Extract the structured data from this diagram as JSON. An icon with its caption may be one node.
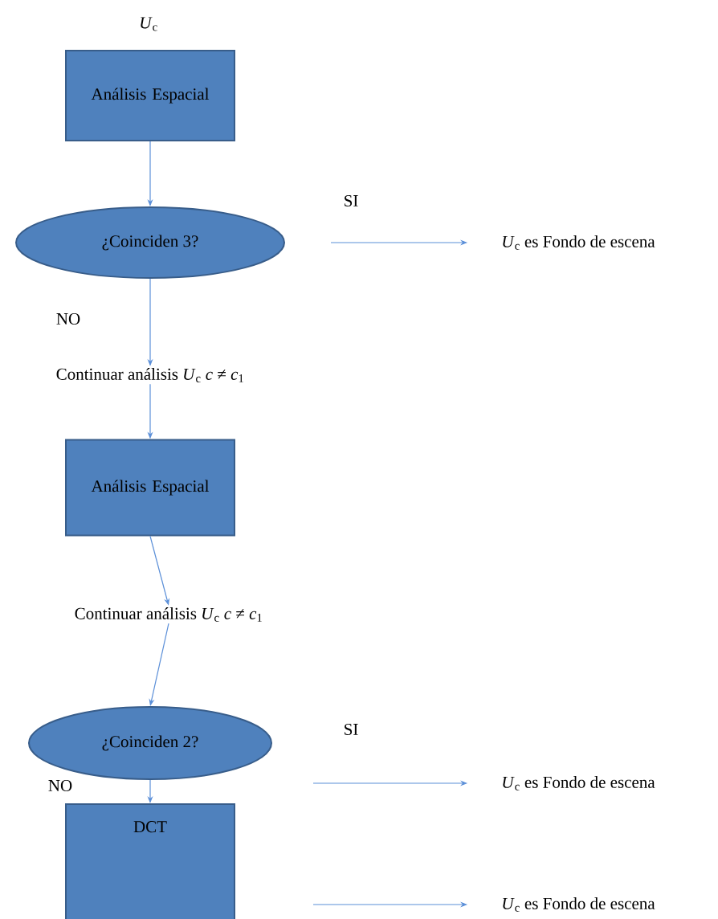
{
  "diagram": {
    "nodes": [
      {
        "text": [
          "Análisis Espacial"
        ]
      },
      {
        "text": [
          "¿Coinciden 3?"
        ]
      },
      {
        "text": [
          "*U*$_{c}$ es Fondo de escena"
        ]
      },
      {
        "text": [
          "Continuar análisis *U*$_{c}$ *c* ≠ *c*$_{1}$"
        ]
      },
      {
        "text": [
          "Análisis Espacial"
        ]
      },
      {
        "text": [
          "Continuar análisis *U*$_{c}$ *c* ≠ *c*$_{1}$"
        ]
      },
      {
        "text": [
          "¿Coinciden 2?"
        ]
      },
      {
        "text": [
          "*U*$_{c}$ es Fondo de escena"
        ]
      },
      {
        "text": [
          "DCT"
        ]
      },
      {
        "text": [
          "*U*$_{c}$ es Fondo de escena"
        ]
      }
    ],
    "edges": [
      {
        "from": 0,
        "to": 1,
        "arrow": "to"
      },
      {
        "from": null,
        "to": 2,
        "arrow": "to",
        "label": "SI"
      },
      {
        "from": 1,
        "to": 3,
        "arrow": "to",
        "label": "NO"
      },
      {
        "from": 3,
        "to": 4,
        "arrow": "to"
      },
      {
        "from": 4,
        "to": 5,
        "arrow": "to"
      },
      {
        "from": 5,
        "to": 6,
        "arrow": "to"
      },
      {
        "from": null,
        "to": 7,
        "arrow": "to",
        "label": "SI"
      },
      {
        "from": 6,
        "to": 8,
        "arrow": "to",
        "label": "NO"
      },
      {
        "from": null,
        "to": 9,
        "arrow": "to"
      }
    ],
    "labels": [
      "*U*$_{c}$"
    ]
  }
}
